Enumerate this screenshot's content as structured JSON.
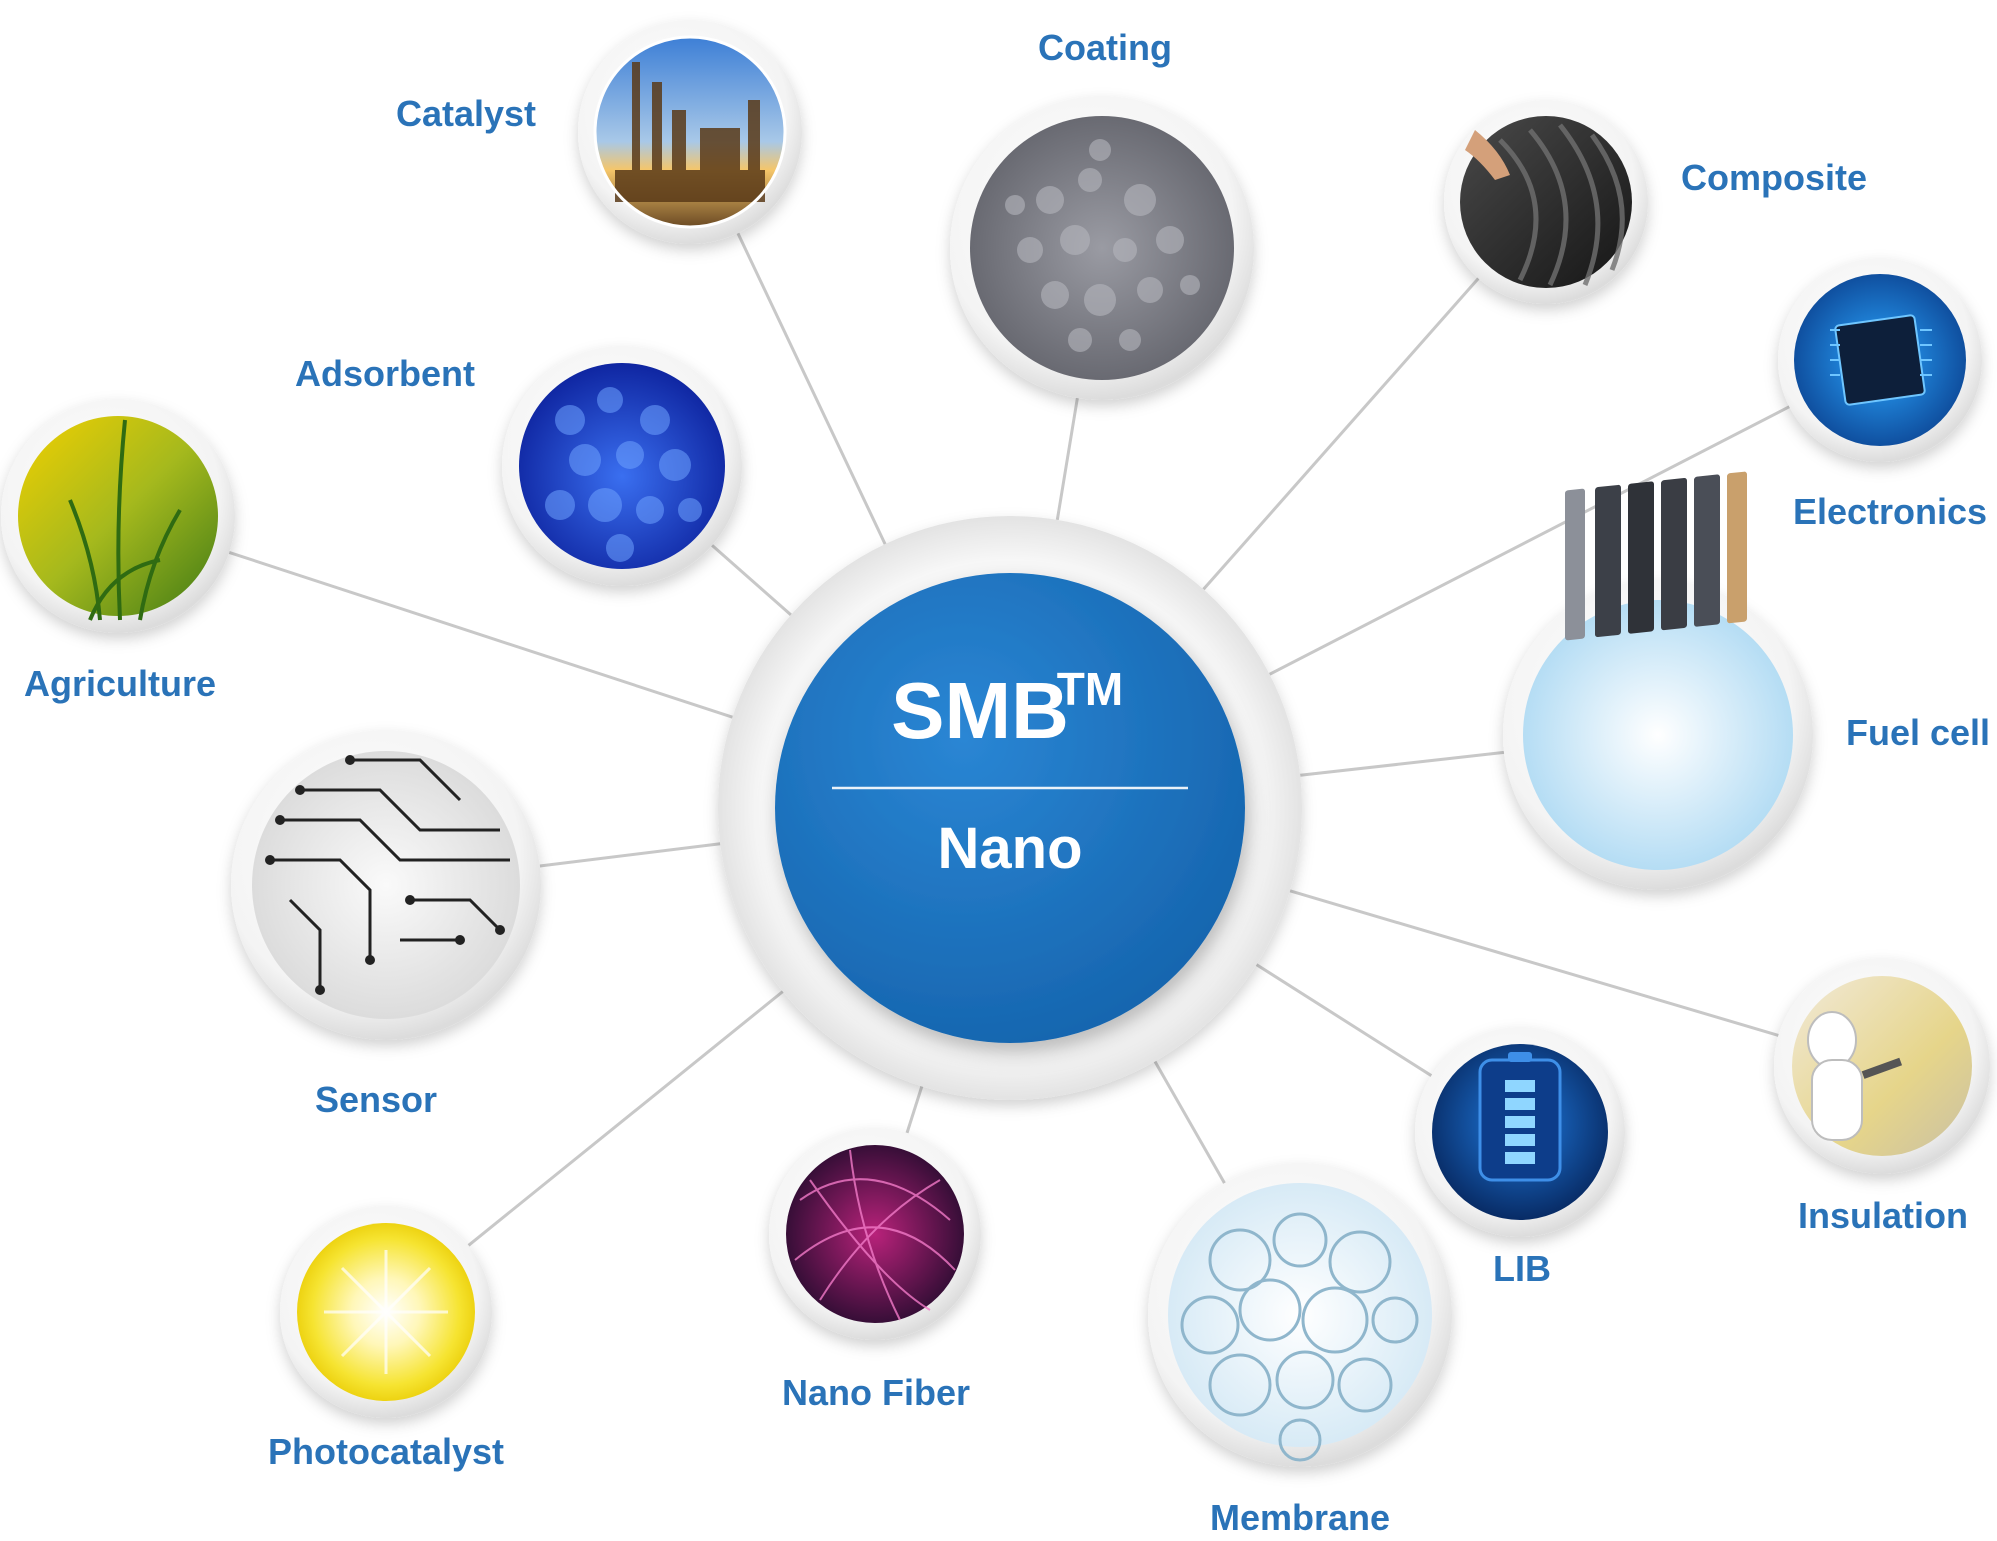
{
  "hub": {
    "title": "SMB",
    "trademark": "TM",
    "subtitle": "Nano"
  },
  "colors": {
    "label": "#2a73b8",
    "hub_fill": "#1a6fba",
    "connector": "#c8c8c8",
    "ring": "#f1f1f1"
  },
  "nodes": [
    {
      "id": "catalyst",
      "label": "Catalyst",
      "icon": "refinery-image"
    },
    {
      "id": "coating",
      "label": "Coating",
      "icon": "coating-texture-image"
    },
    {
      "id": "composite",
      "label": "Composite",
      "icon": "tire-image"
    },
    {
      "id": "electronics",
      "label": "Electronics",
      "icon": "chip-image"
    },
    {
      "id": "fuel-cell",
      "label": "Fuel cell",
      "icon": "fuel-cell-stack-image"
    },
    {
      "id": "insulation",
      "label": "Insulation",
      "icon": "spray-foam-image"
    },
    {
      "id": "lib",
      "label": "LIB",
      "icon": "battery-image"
    },
    {
      "id": "membrane",
      "label": "Membrane",
      "icon": "membrane-cells-image"
    },
    {
      "id": "nano-fiber",
      "label": "Nano Fiber",
      "icon": "nano-fiber-image"
    },
    {
      "id": "photocatalyst",
      "label": "Photocatalyst",
      "icon": "sun-image"
    },
    {
      "id": "sensor",
      "label": "Sensor",
      "icon": "circuit-image"
    },
    {
      "id": "agriculture",
      "label": "Agriculture",
      "icon": "grass-image"
    },
    {
      "id": "adsorbent",
      "label": "Adsorbent",
      "icon": "blue-beads-image"
    }
  ]
}
